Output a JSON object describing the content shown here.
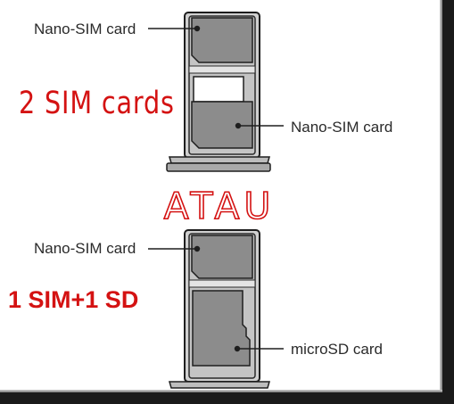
{
  "top_config": {
    "title": "2 SIM cards",
    "label_top": "Nano-SIM card",
    "label_bottom": "Nano-SIM card"
  },
  "separator": {
    "text": "ATAU"
  },
  "bottom_config": {
    "title": "1 SIM+1 SD",
    "label_top": "Nano-SIM card",
    "label_bottom": "microSD card"
  },
  "colors": {
    "accent_red": "#d41212",
    "tray_metal": "#c9c9c9",
    "card_gray": "#8a8a8a",
    "outline": "#1e1e1e"
  }
}
